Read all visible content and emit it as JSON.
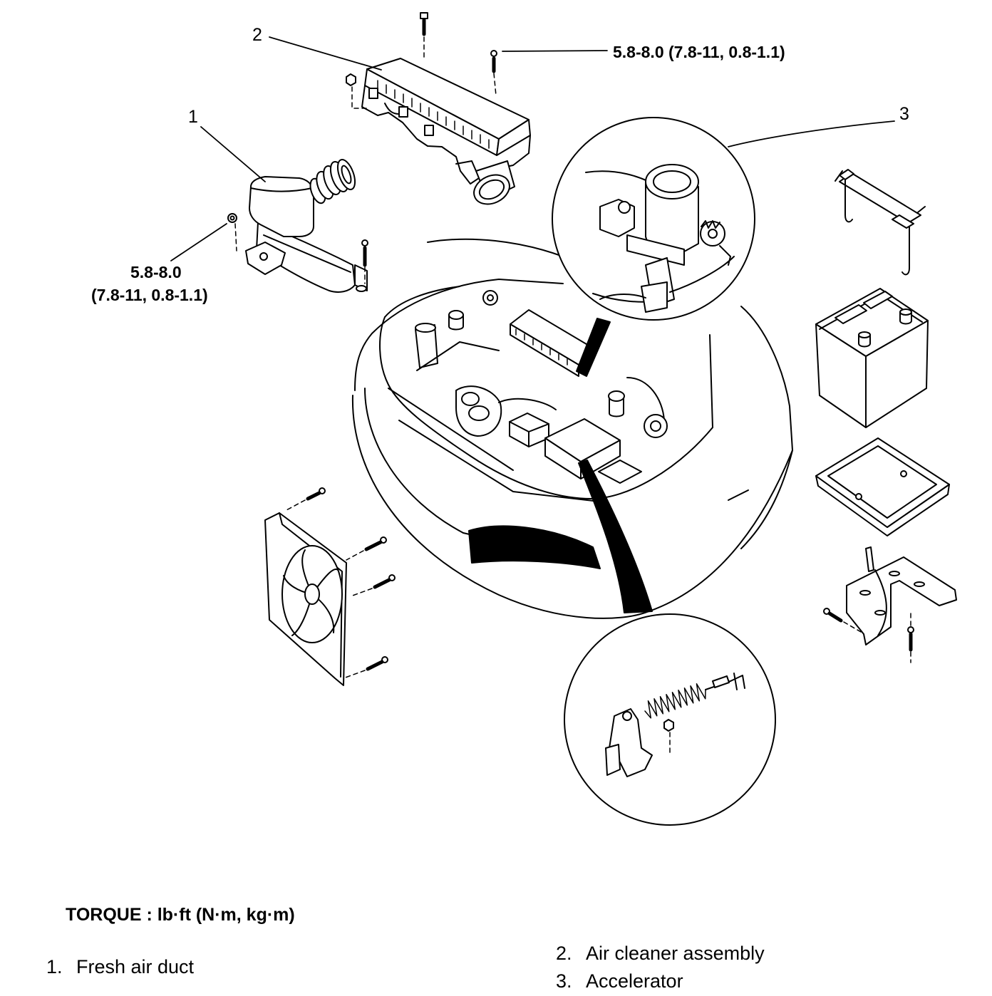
{
  "callouts": {
    "duct": "1",
    "air_cleaner": "2",
    "accelerator": "3"
  },
  "torque_specs": {
    "air_cleaner_bolts": "5.8-8.0 (7.8-11, 0.8-1.1)",
    "air_duct_nut_value": "5.8-8.0",
    "air_duct_nut_alt_units": "(7.8-11, 0.8-1.1)"
  },
  "torque_note": "TORQUE : lb·ft (N·m, kg·m)",
  "legend": [
    {
      "number": "1.",
      "label": "Fresh air duct"
    },
    {
      "number": "2.",
      "label": "Air cleaner assembly"
    },
    {
      "number": "3.",
      "label": "Accelerator"
    }
  ],
  "colors": {
    "ink": "#000000",
    "paper": "#ffffff"
  }
}
